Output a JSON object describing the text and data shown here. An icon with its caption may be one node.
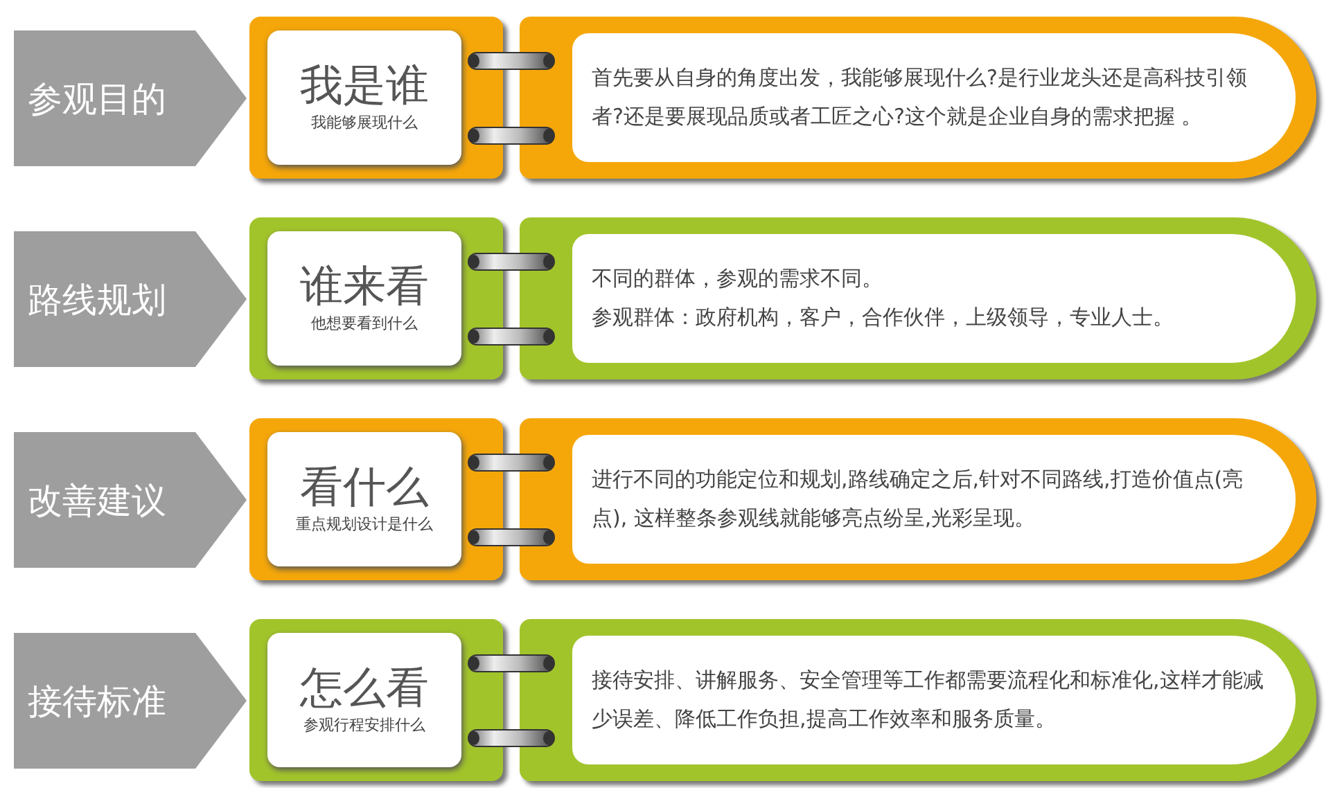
{
  "diagram": {
    "nodes": [
      {
        "text": [
          "参观目的"
        ]
      },
      {
        "text": [
          "我是谁",
          "我能够展现什么"
        ]
      },
      {
        "text": [
          "首先要从自身的角度出发，我能够展现什么?是行业龙头还是高科技引领者?还是要展现品质或者工匠之心?这个就是企业自身的需求把握 。"
        ]
      },
      {
        "text": [
          "路线规划"
        ]
      },
      {
        "text": [
          "谁来看",
          "他想要看到什么"
        ]
      },
      {
        "text": [
          "不同的群体，参观的需求不同。",
          "参观群体：政府机构，客户，合作伙伴，上级领导，专业人士。"
        ]
      },
      {
        "text": [
          "改善建议"
        ]
      },
      {
        "text": [
          "看什么",
          "重点规划设计是什么"
        ]
      },
      {
        "text": [
          "进行不同的功能定位和规划,路线确定之后,针对不同路线,打造价值点(亮点), 这样整条参观线就能够亮点纷呈,光彩呈现。"
        ]
      },
      {
        "text": [
          "接待标准"
        ]
      },
      {
        "text": [
          "怎么看",
          "参观行程安排什么"
        ]
      },
      {
        "text": [
          "接待安排、讲解服务、安全管理等工作都需要流程化和标准化,这样才能减少误差、降低工作负担,提高工作效率和服务质量。"
        ]
      }
    ]
  }
}
